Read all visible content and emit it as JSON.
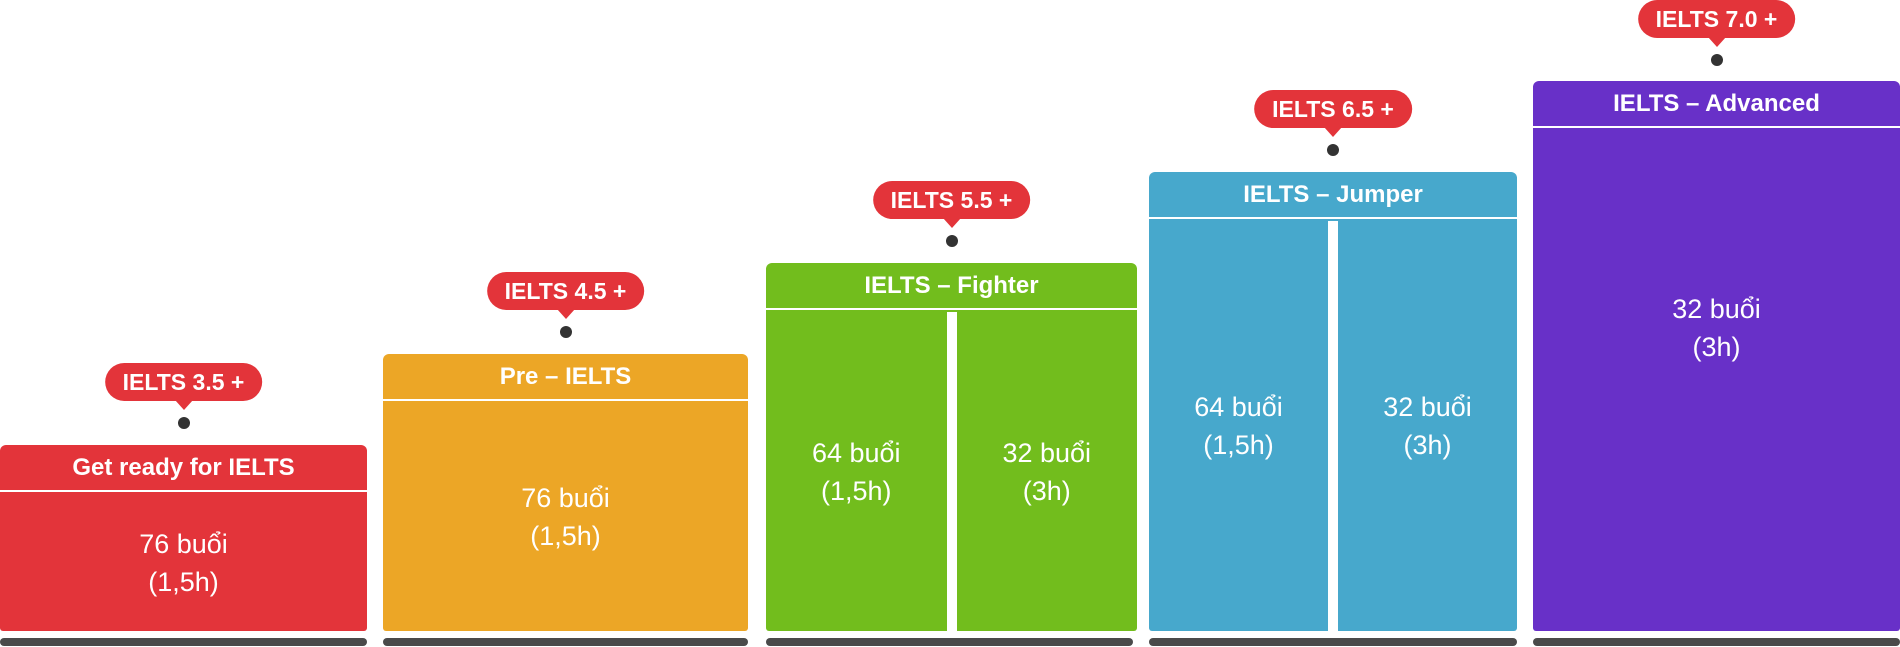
{
  "levels": [
    {
      "badge": "IELTS 3.5 +",
      "title": "Get ready for IELTS",
      "color": "#e3343a",
      "sessions": [
        {
          "count": "76 buổi",
          "duration": "(1,5h)"
        }
      ]
    },
    {
      "badge": "IELTS 4.5 +",
      "title": "Pre – IELTS",
      "color": "#eca626",
      "sessions": [
        {
          "count": "76 buổi",
          "duration": "(1,5h)"
        }
      ]
    },
    {
      "badge": "IELTS 5.5 +",
      "title": "IELTS – Fighter",
      "color": "#72bd1d",
      "sessions": [
        {
          "count": "64 buổi",
          "duration": "(1,5h)"
        },
        {
          "count": "32 buổi",
          "duration": "(3h)"
        }
      ]
    },
    {
      "badge": "IELTS 6.5 +",
      "title": "IELTS – Jumper",
      "color": "#47a8cc",
      "sessions": [
        {
          "count": "64 buổi",
          "duration": "(1,5h)"
        },
        {
          "count": "32 buổi",
          "duration": "(3h)"
        }
      ]
    },
    {
      "badge": "IELTS 7.0 +",
      "title": "IELTS – Advanced",
      "color": "#6830c8",
      "sessions": [
        {
          "count": "32 buổi",
          "duration": "(3h)"
        }
      ]
    }
  ]
}
